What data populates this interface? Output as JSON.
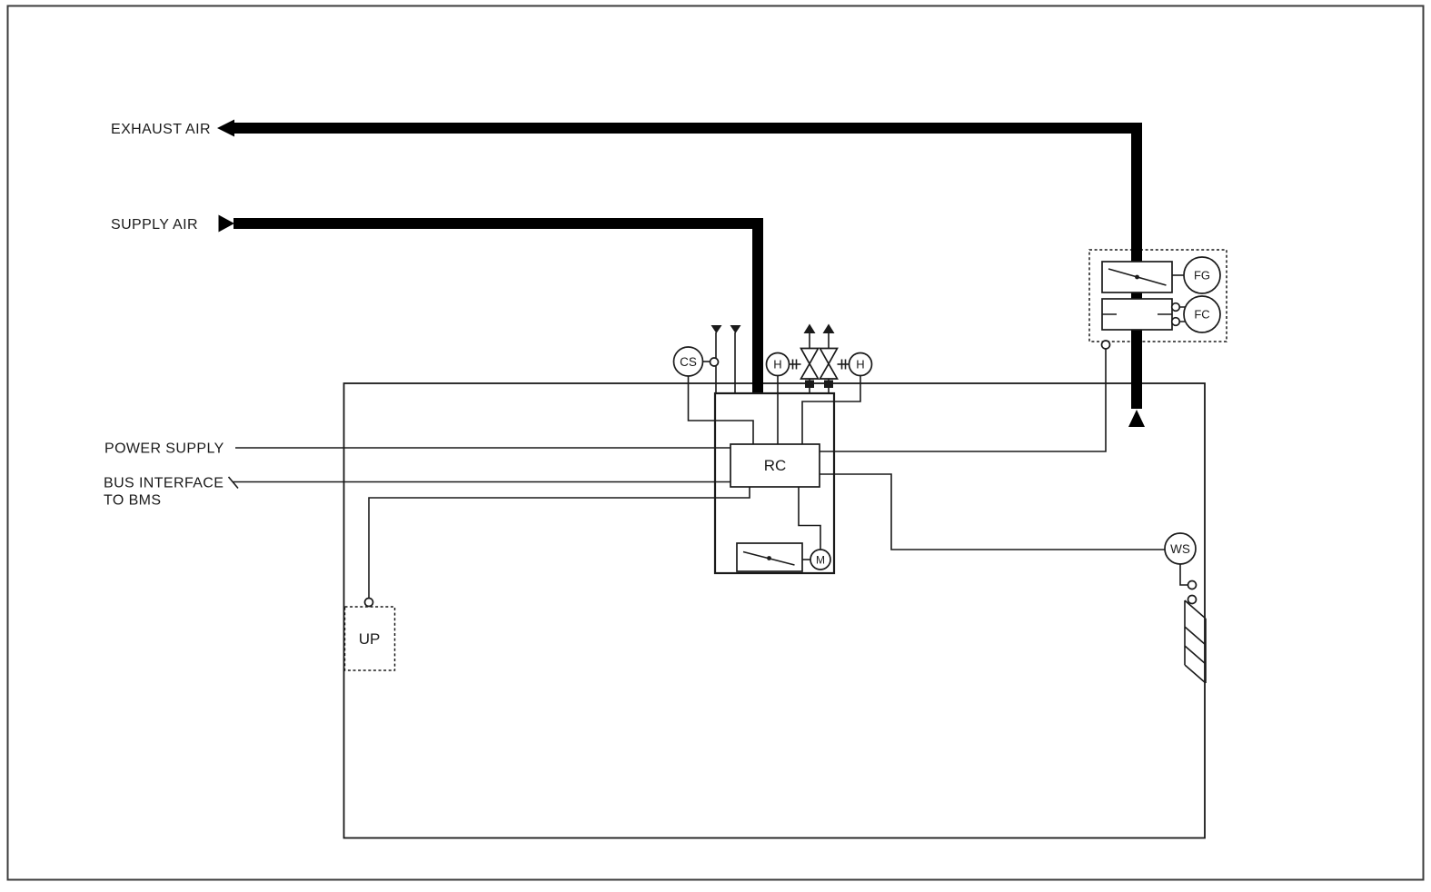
{
  "colors": {
    "background": "#ffffff",
    "line": "#1a1a1a",
    "duct": "#000000",
    "frame": "#3c3c3c"
  },
  "labels": {
    "exhaust_air": "EXHAUST AIR",
    "supply_air": "SUPPLY AIR",
    "power_supply": "POWER SUPPLY",
    "bus_interface_line1": "BUS INTERFACE",
    "bus_interface_line2": "TO BMS"
  },
  "components": {
    "room_controller": "RC",
    "room_panel": "UP",
    "condensation_sensor": "CS",
    "valve_actuator_left": "H",
    "valve_actuator_right": "H",
    "damper_motor": "M",
    "window_switch": "WS",
    "fan_grid": "FG",
    "fan_coil": "FC"
  }
}
